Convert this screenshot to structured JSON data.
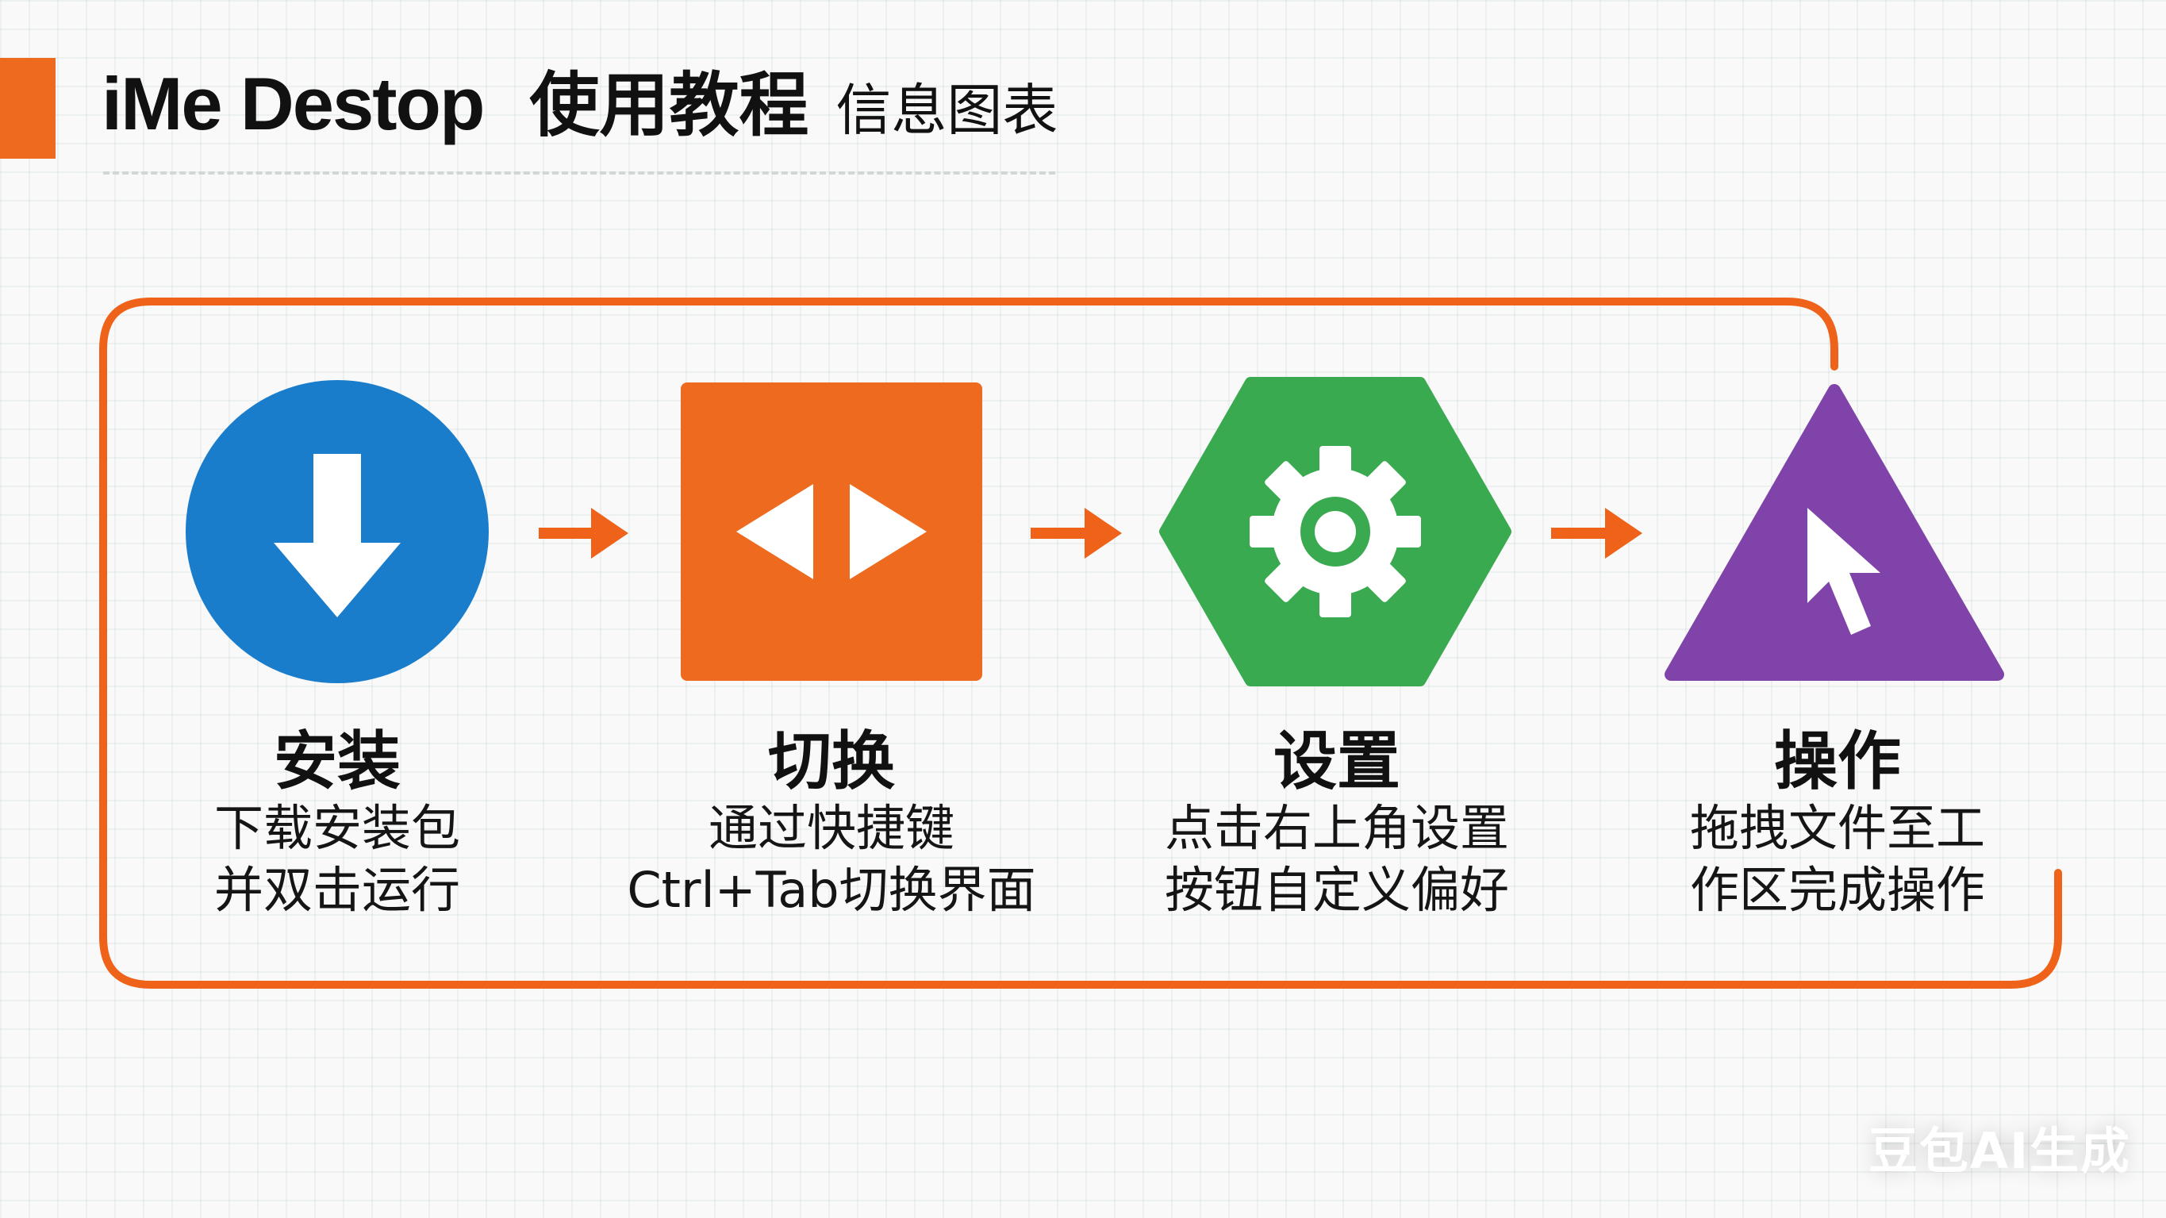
{
  "header": {
    "title_en": "iMe Destop",
    "title_zh": "使用教程",
    "subtitle": "信息图表"
  },
  "steps": [
    {
      "icon": "download-arrow-icon",
      "title": "安装",
      "desc": [
        "下载安装包",
        "并双击运行"
      ],
      "color": "#1a7dcc"
    },
    {
      "icon": "switch-arrows-icon",
      "title": "切换",
      "desc": [
        "通过快捷键",
        "Ctrl+Tab切换界面"
      ],
      "color": "#ee6a1f"
    },
    {
      "icon": "gear-icon",
      "title": "设置",
      "desc": [
        "点击右上角设置",
        "按钮自定义偏好"
      ],
      "color": "#3aaa50"
    },
    {
      "icon": "cursor-icon",
      "title": "操作",
      "desc": [
        "拖拽文件至工",
        "作区完成操作"
      ],
      "color": "#7f43a9"
    }
  ],
  "frame_color": "#ee621a",
  "watermark": "豆包AI生成"
}
